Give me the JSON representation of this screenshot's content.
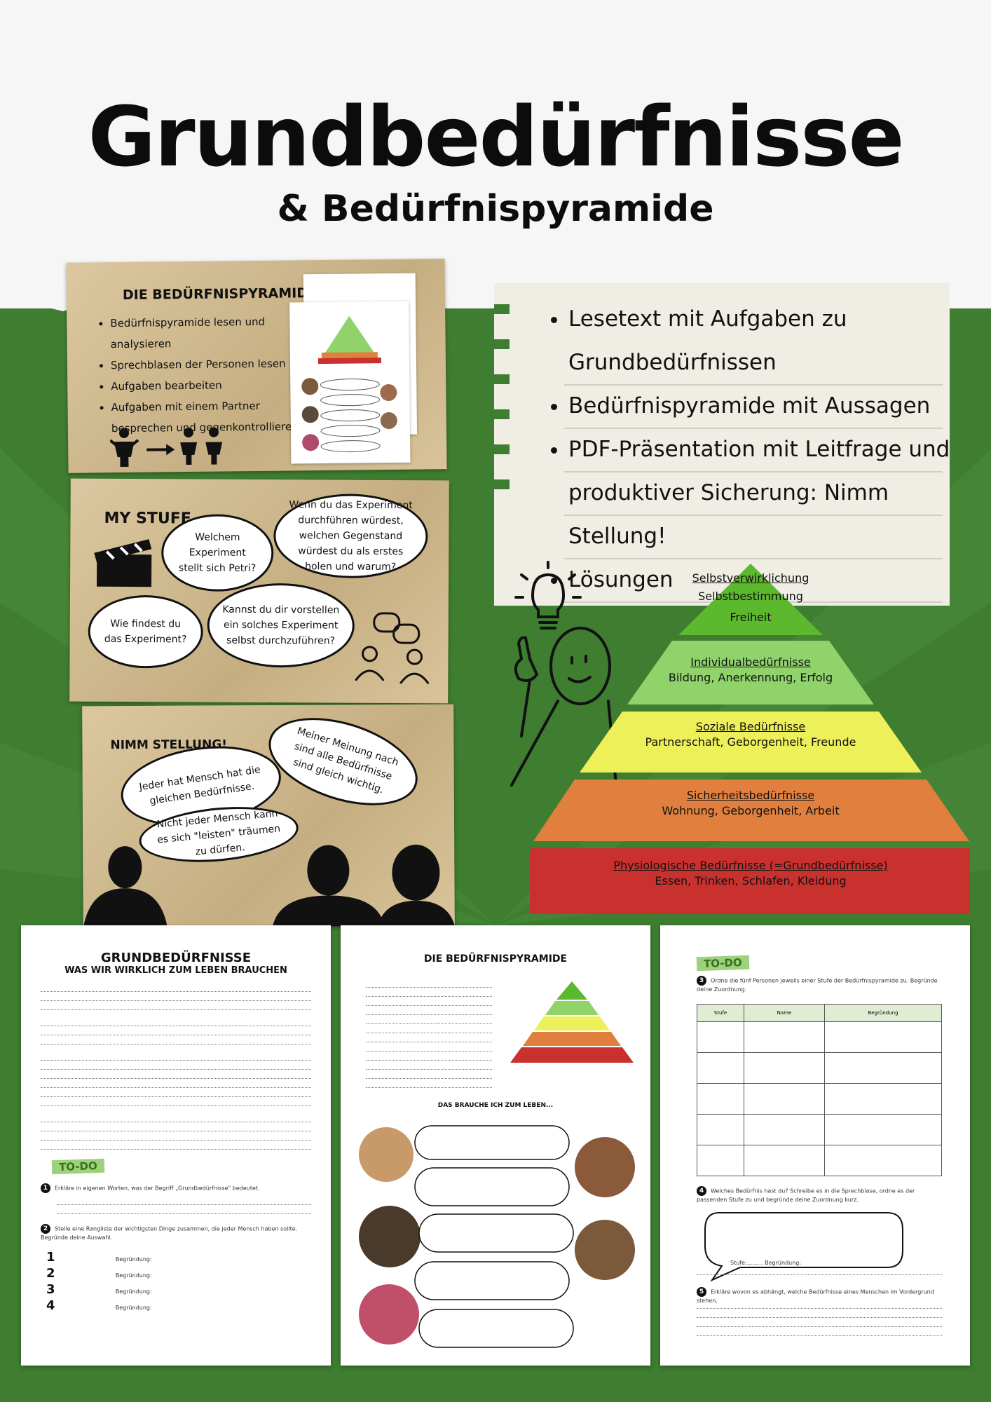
{
  "header": {
    "title": "Grundbedürfnisse",
    "subtitle": "& Bedürfnispyramide"
  },
  "slide1": {
    "heading": "DIE BEDÜRFNISPYRAMIDE",
    "items": [
      "Bedürfnispyramide lesen und analysieren",
      "Sprechblasen der Personen lesen",
      "Aufgaben bearbeiten",
      "Aufgaben mit einem Partner besprechen und gegenkontrollieren"
    ]
  },
  "slide2": {
    "heading": "MY STUFF",
    "bubbles": [
      "Welchem Experiment stellt sich Petri?",
      "Wenn du das Experiment durchführen würdest, welchen Gegenstand würdest du als erstes holen und warum?",
      "Wie findest du das Experiment?",
      "Kannst du dir vorstellen ein solches Experiment selbst durchzuführen?"
    ]
  },
  "slide3": {
    "heading": "NIMM STELLUNG!",
    "bubbles": [
      "Jeder hat Mensch hat die gleichen Bedürfnisse.",
      "Meiner Meinung nach sind alle Bedürfnisse sind gleich wichtig.",
      "Nicht jeder Mensch kann es sich \"leisten\" träumen zu dürfen."
    ]
  },
  "note": {
    "items": [
      "Lesetext mit Aufgaben zu Grundbedürfnissen",
      "Bedürfnispyramide mit Aussagen",
      "PDF-Präsentation mit Leitfrage und produktiver Sicherung: Nimm Stellung!",
      "Lösungen"
    ]
  },
  "pyramid": [
    {
      "title": "Selbstverwirklichung",
      "desc": "Selbstbestimmung\nFreiheit",
      "color": "#5cb82c"
    },
    {
      "title": "Individualbedürfnisse",
      "desc": "Bildung, Anerkennung, Erfolg",
      "color": "#8fd36a"
    },
    {
      "title": "Soziale Bedürfnisse",
      "desc": "Partnerschaft, Geborgenheit, Freunde",
      "color": "#eef05a"
    },
    {
      "title": "Sicherheitsbedürfnisse",
      "desc": "Wohnung, Geborgenheit, Arbeit",
      "color": "#e07f3e"
    },
    {
      "title": "Physiologische Bedürfnisse (=Grundbedürfnisse)",
      "desc": "Essen, Trinken, Schlafen, Kleidung",
      "color": "#c8312e"
    }
  ],
  "page1": {
    "heading": "GRUNDBEDÜRFNISSE",
    "subheading": "WAS WIR WIRKLICH ZUM LEBEN BRAUCHEN",
    "todo": "TO-DO",
    "tasks": [
      "Erkläre in eigenen Worten, was der Begriff „Grundbedürfnisse\" bedeutet.",
      "Stelle eine Rangliste der wichtigsten Dinge zusammen, die jeder Mensch haben sollte. Begründe deine Auswahl."
    ],
    "rank_label": "Begründung:"
  },
  "page2": {
    "heading": "DIE BEDÜRFNISPYRAMIDE",
    "subheading": "DAS BRAUCHE ICH ZUM LEBEN..."
  },
  "page3": {
    "todo": "TO-DO",
    "task3": "Ordne die fünf Personen jeweils einer Stufe der Bedürfnispyramide zu. Begründe deine Zuordnung.",
    "cols": [
      "Stufe",
      "Name",
      "Begründung"
    ],
    "task4": "Welches Bedürfnis hast du? Schreibe es in die Sprechblase, ordne es der passenden Stufe zu und begründe deine Zuordnung kurz.",
    "stufe": "Stufe:......... Begründung:",
    "task5": "Erkläre wovon es abhängt, welche Bedürfnisse eines Menschen im Vordergrund stehen."
  }
}
